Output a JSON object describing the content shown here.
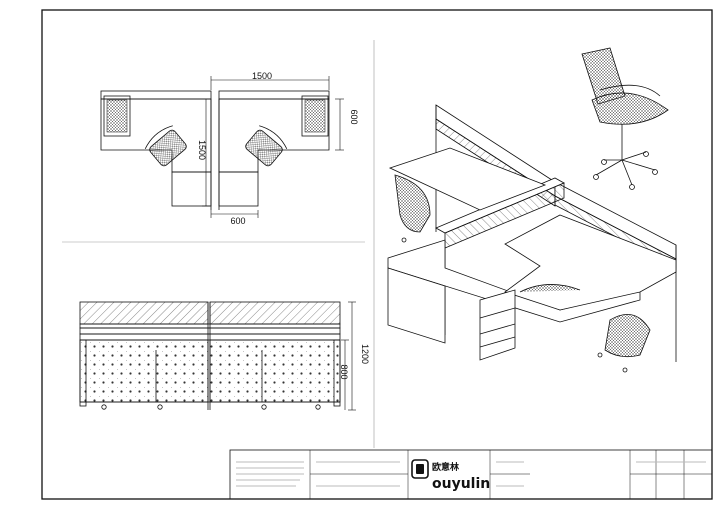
{
  "plan_dims": {
    "top_width": "1500",
    "right_depth": "600",
    "left_height": "1500",
    "bottom_width": "600"
  },
  "elevation_dims": {
    "total_height": "1200",
    "desk_height": "800"
  },
  "brand": {
    "name": "ouyulin",
    "chinese": "欧意林"
  },
  "colors": {
    "line": "#111111",
    "hatch": "#555555",
    "dot": "#333333"
  }
}
